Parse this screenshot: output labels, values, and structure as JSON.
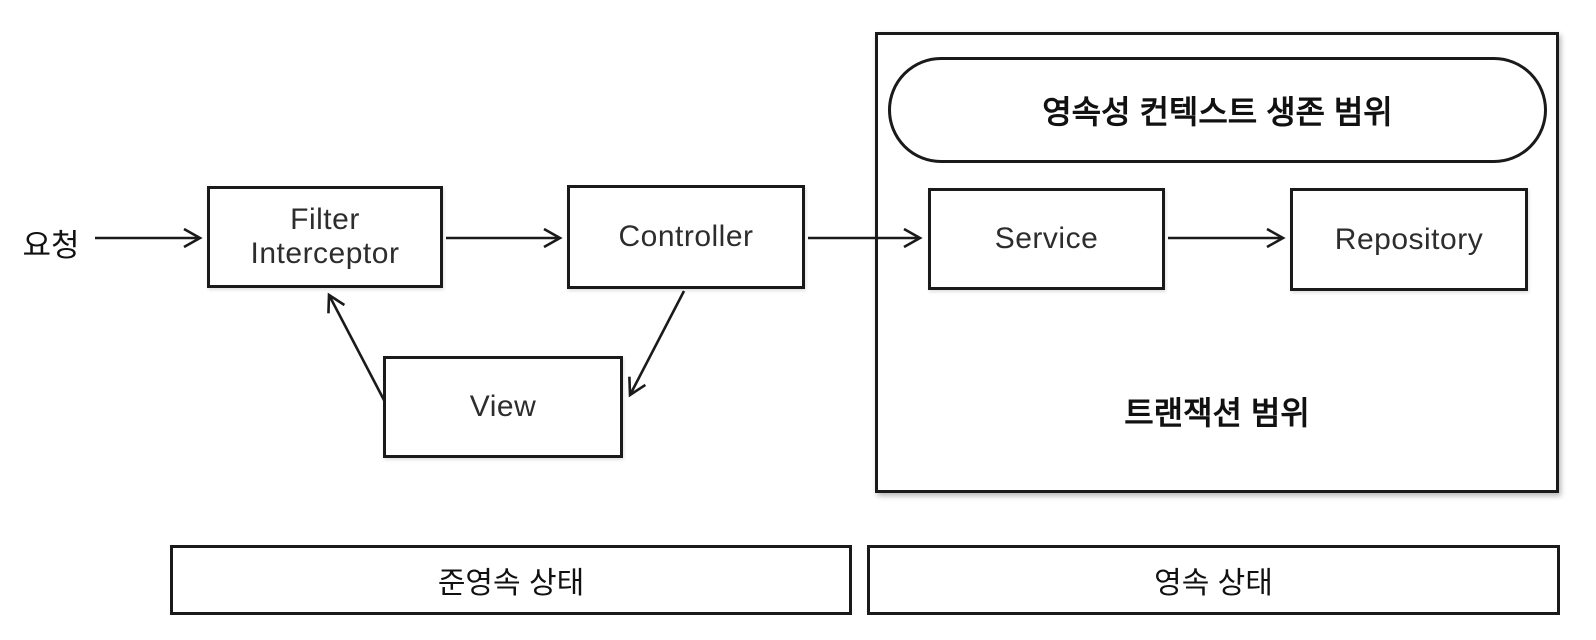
{
  "diagram": {
    "request_label": "요청",
    "nodes": {
      "filter_line1": "Filter",
      "filter_line2": "Interceptor",
      "controller": "Controller",
      "view": "View",
      "service": "Service",
      "repository": "Repository"
    },
    "scopes": {
      "persistence_context": "영속성 컨텍스트 생존 범위",
      "transaction": "트랜잭션 범위"
    },
    "states": {
      "detached": "준영속 상태",
      "persistent": "영속 상태"
    },
    "colors": {
      "stroke": "#1a1a1a",
      "background": "#ffffff"
    }
  }
}
